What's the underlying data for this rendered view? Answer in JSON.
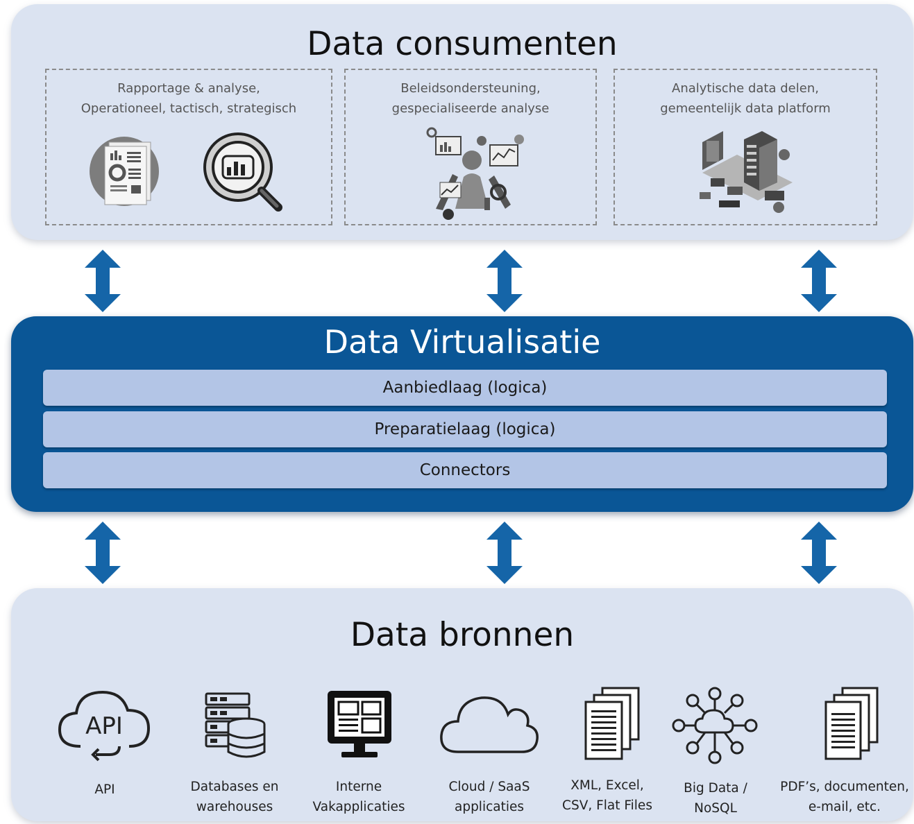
{
  "consumers": {
    "title": "Data consumenten",
    "boxes": [
      {
        "line1": "Rapportage & analyse,",
        "line2": "Operationeel, tactisch, strategisch"
      },
      {
        "line1": "Beleidsondersteuning,",
        "line2": "gespecialiseerde analyse"
      },
      {
        "line1": "Analytische data delen,",
        "line2": "gemeentelijk data platform"
      }
    ]
  },
  "virtualisation": {
    "title": "Data Virtualisatie",
    "layers": [
      "Aanbiedlaag (logica)",
      "Preparatielaag (logica)",
      "Connectors"
    ]
  },
  "sources": {
    "title": "Data bronnen",
    "items": [
      {
        "icon": "api-cloud-icon",
        "icon_text": "API",
        "line1": "API",
        "line2": ""
      },
      {
        "icon": "database-server-icon",
        "line1": "Databases en",
        "line2": "warehouses"
      },
      {
        "icon": "monitor-app-icon",
        "line1": "Interne",
        "line2": "Vakapplicaties"
      },
      {
        "icon": "cloud-icon",
        "line1": "Cloud / SaaS",
        "line2": "applicaties"
      },
      {
        "icon": "file-stack-icon",
        "line1": "XML, Excel,",
        "line2": "CSV, Flat Files"
      },
      {
        "icon": "network-cloud-icon",
        "line1": "Big Data /",
        "line2": "NoSQL"
      },
      {
        "icon": "document-stack-icon",
        "line1": "PDF’s, documenten,",
        "line2": "e-mail, etc."
      }
    ]
  },
  "colors": {
    "panel": "#dbe3f1",
    "virtualisation": "#0a5696",
    "layer": "#b3c5e6",
    "arrow": "#1565a8"
  }
}
